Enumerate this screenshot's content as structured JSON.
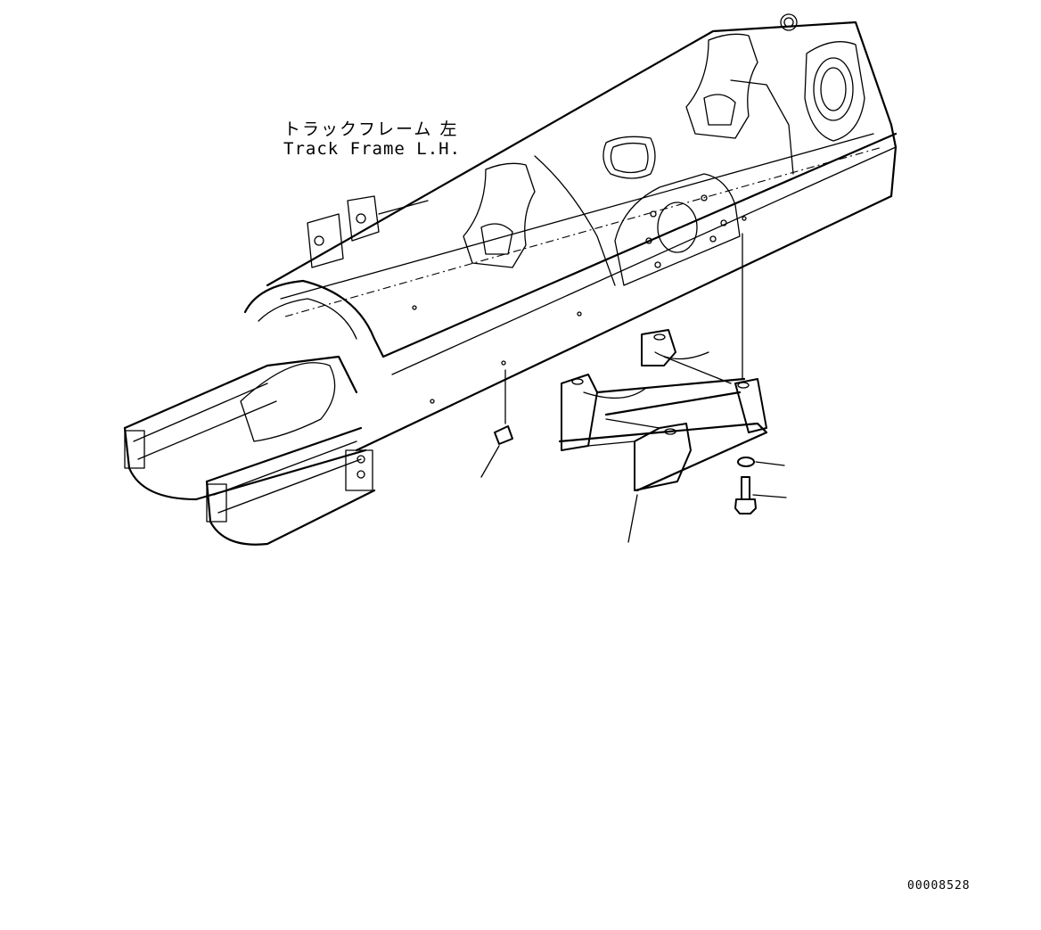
{
  "diagram": {
    "part_label_jp": "トラックフレーム 左",
    "part_label_en": "Track Frame L.H.",
    "drawing_number": "00008528"
  }
}
